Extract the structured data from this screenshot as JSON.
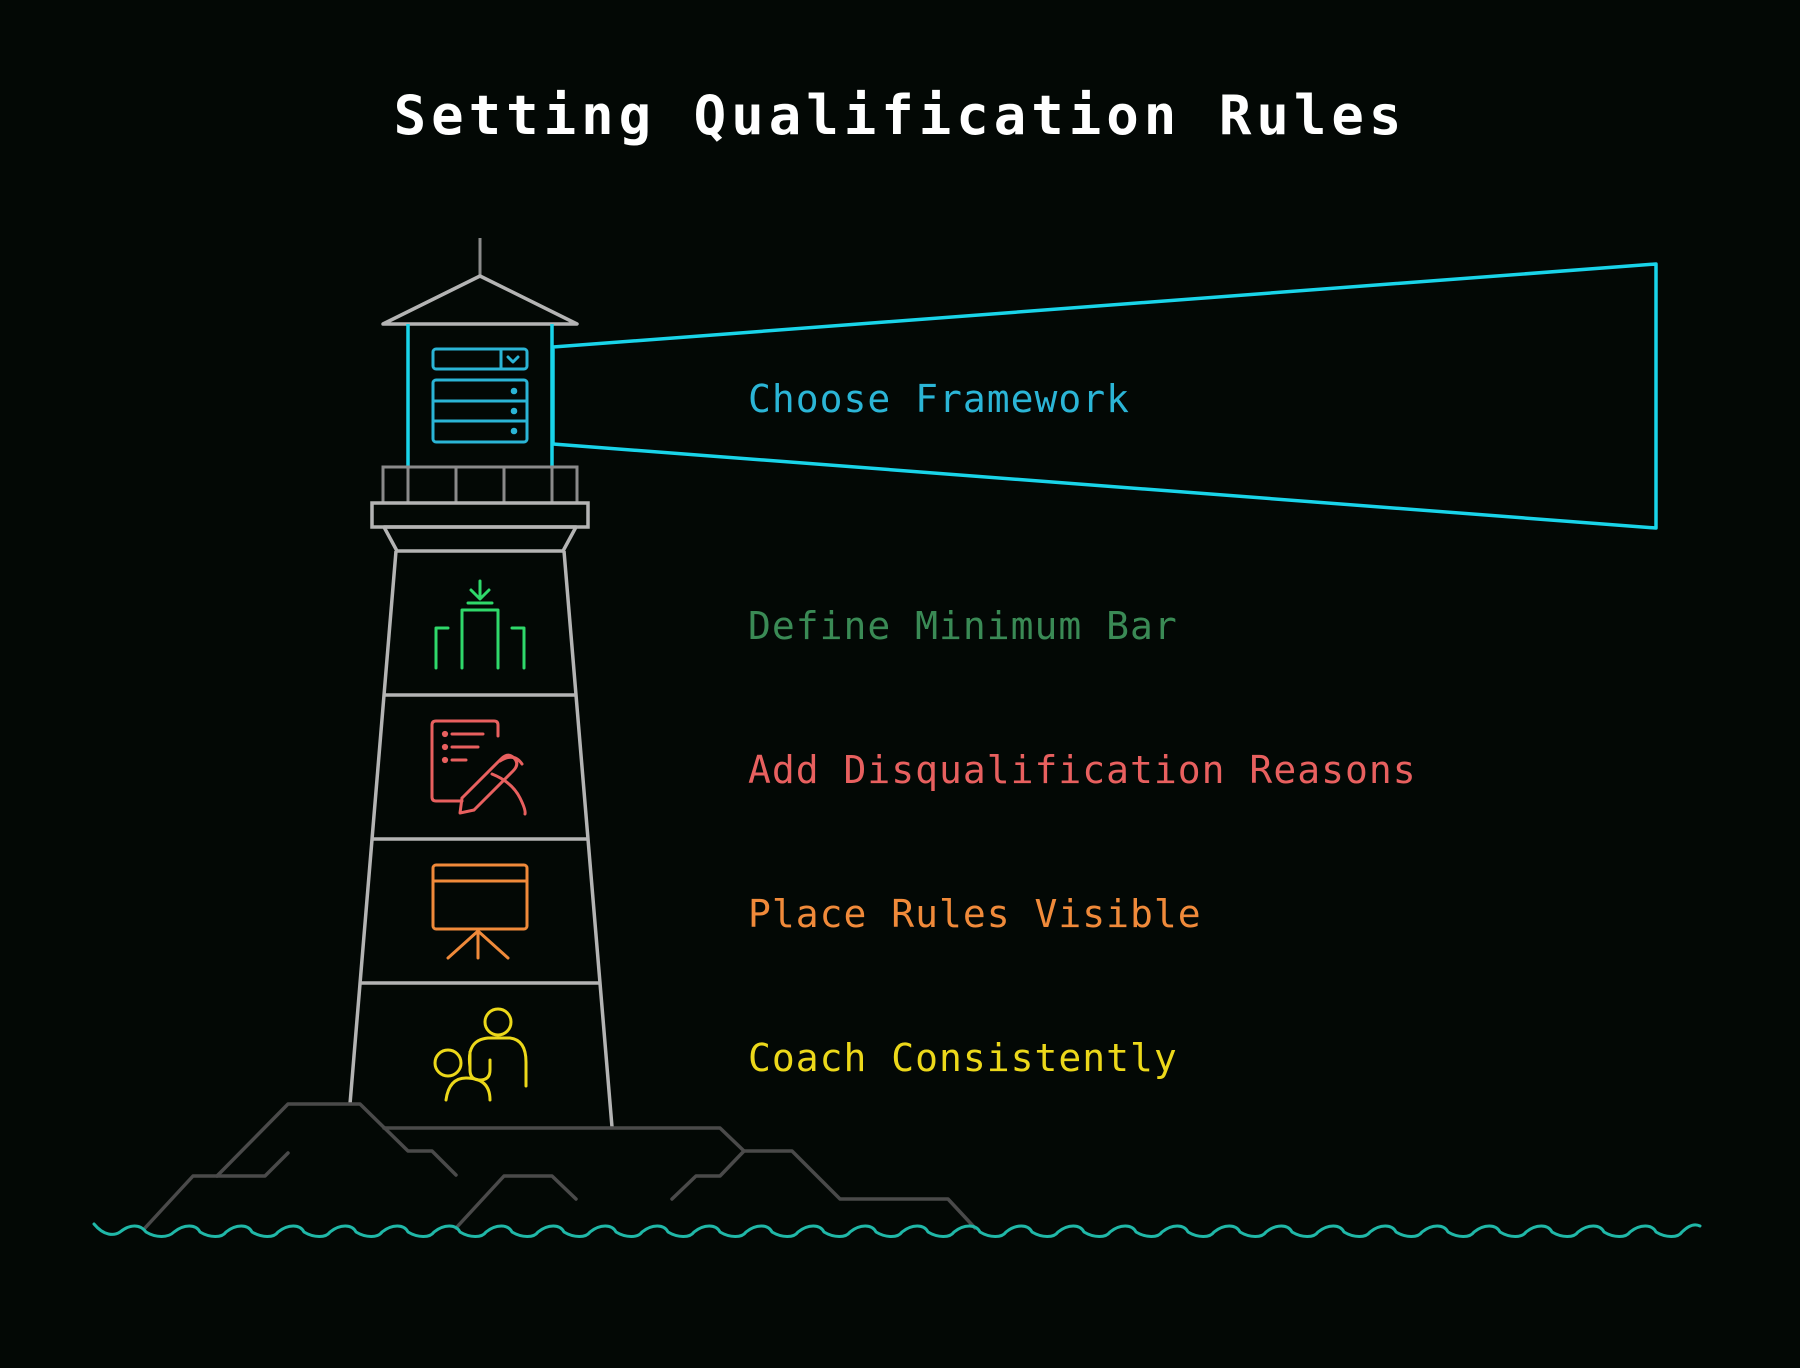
{
  "title": "Setting Qualification Rules",
  "steps": [
    {
      "label": "Choose Framework",
      "icon": "form-icon",
      "color": "#2bb5d6"
    },
    {
      "label": "Define Minimum Bar",
      "icon": "bar-threshold-icon",
      "color": "#3a8a55"
    },
    {
      "label": "Add Disqualification Reasons",
      "icon": "document-sign-icon",
      "color": "#e8605f"
    },
    {
      "label": "Place Rules Visible",
      "icon": "presentation-board-icon",
      "color": "#f08a3a"
    },
    {
      "label": "Coach Consistently",
      "icon": "coaching-people-icon",
      "color": "#ecd81a"
    }
  ],
  "colors": {
    "background": "#030805",
    "beam": "#19d4ea",
    "tower": "#b4b4b4",
    "rocks": "#4a4a4a",
    "water": "#20b8a8"
  }
}
